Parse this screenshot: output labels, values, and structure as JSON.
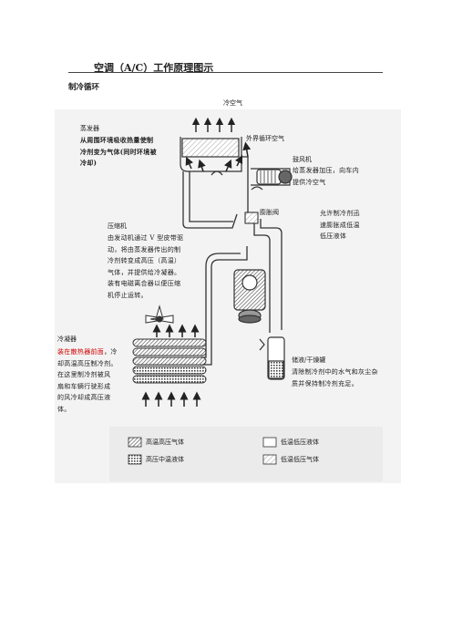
{
  "header": {
    "title": "空调（A/C）工作原理图示",
    "section": "制冷循环"
  },
  "labels": {
    "cold_air": "冷空气",
    "outside_air": "外界循环空气",
    "evaporator_title": "蒸发器",
    "evaporator_desc_lines": [
      "从周围环境吸收热量使制",
      "冷剂变为气体(同时环境被",
      "冷却)"
    ],
    "blower_title": "鼓风机",
    "blower_desc_lines": [
      "给蒸发器加压，向车内",
      "提供冷空气"
    ],
    "expansion_valve_title": "膨胀阀",
    "expansion_valve_desc_lines": [
      "允许制冷剂迅",
      "速膨胀成低温",
      "低压液体"
    ],
    "compressor_title": "压缩机",
    "compressor_desc_lines": [
      "由发动机通过 V 型皮带驱",
      "动，将由蒸发器传出的制",
      "冷剂转变成高压（高温）",
      "气体，并提供给冷凝器。",
      "装有电磁离合器以便压缩",
      "机停止运转。"
    ],
    "condenser_title": "冷凝器",
    "condenser_red_line": "装在散热器前面",
    "condenser_red_tail": "，冷",
    "condenser_desc_lines": [
      "却高温高压制冷剂。",
      "在这里制冷剂被风",
      "扇和车辆行驶形成",
      "的风冷却成高压液",
      "体。"
    ],
    "receiver_title": "储液/干燥罐",
    "receiver_desc_lines": [
      "清除制冷剂中的水气和灰尘杂",
      "质并保持制冷剂充足。"
    ]
  },
  "legend": [
    {
      "label": "高温高压气体",
      "pattern": "hatch-dense"
    },
    {
      "label": "高压中温液体",
      "pattern": "crosshatch"
    },
    {
      "label": "低温低压液体",
      "pattern": "blank"
    },
    {
      "label": "低温低压气体",
      "pattern": "hatch-light"
    }
  ],
  "colors": {
    "line": "#333333",
    "red_text": "#d00000",
    "background": "#ffffff"
  }
}
